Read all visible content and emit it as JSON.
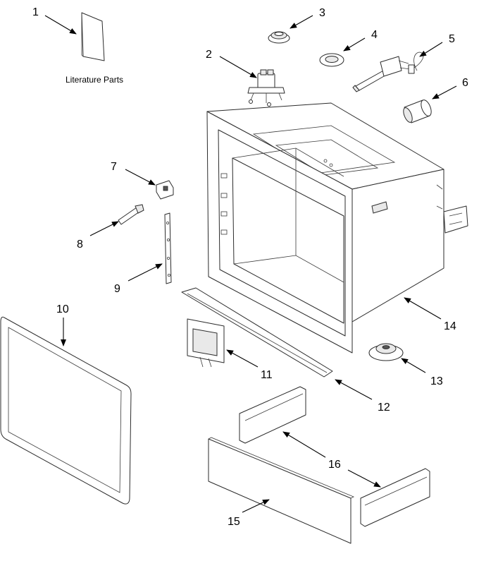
{
  "caption": "Literature Parts",
  "callouts": [
    "1",
    "2",
    "3",
    "4",
    "5",
    "6",
    "7",
    "8",
    "9",
    "10",
    "11",
    "12",
    "13",
    "14",
    "15",
    "16"
  ]
}
